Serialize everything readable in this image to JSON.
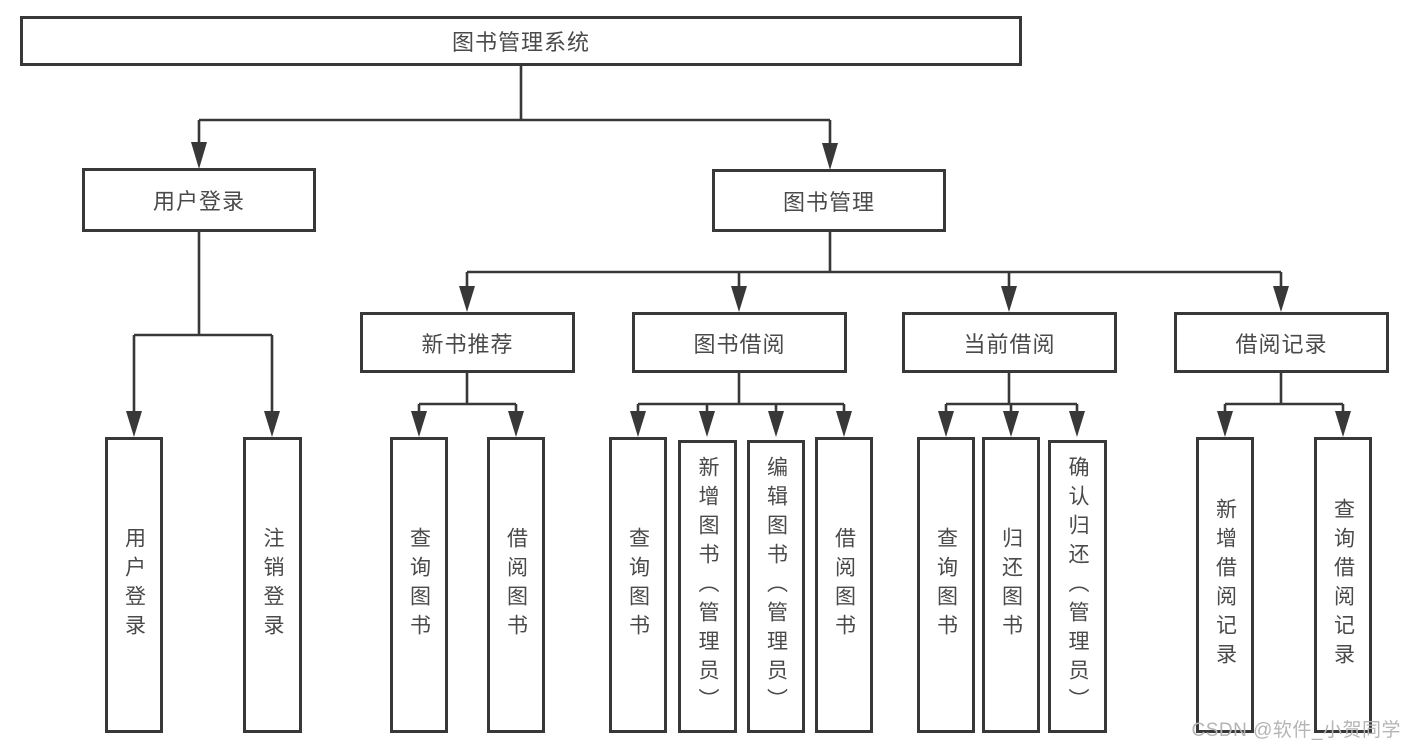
{
  "colors": {
    "line": "#383838",
    "text": "#4a4a4a",
    "watermark": "#b5b5b5",
    "background": "#ffffff"
  },
  "watermark": {
    "text": "CSDN @软件_小贺同学"
  },
  "tree": {
    "root": {
      "label": "图书管理系统"
    },
    "branches": [
      {
        "label": "用户登录",
        "leaves": [
          {
            "label": "用户登录"
          },
          {
            "label": "注销登录"
          }
        ]
      },
      {
        "label": "图书管理",
        "groups": [
          {
            "label": "新书推荐",
            "leaves": [
              {
                "label": "查询图书"
              },
              {
                "label": "借阅图书"
              }
            ]
          },
          {
            "label": "图书借阅",
            "leaves": [
              {
                "label": "查询图书"
              },
              {
                "label": "新增图书（管理员）"
              },
              {
                "label": "编辑图书（管理员）"
              },
              {
                "label": "借阅图书"
              }
            ]
          },
          {
            "label": "当前借阅",
            "leaves": [
              {
                "label": "查询图书"
              },
              {
                "label": "归还图书"
              },
              {
                "label": "确认归还（管理员）"
              }
            ]
          },
          {
            "label": "借阅记录",
            "leaves": [
              {
                "label": "新增借阅记录"
              },
              {
                "label": "查询借阅记录"
              }
            ]
          }
        ]
      }
    ]
  }
}
